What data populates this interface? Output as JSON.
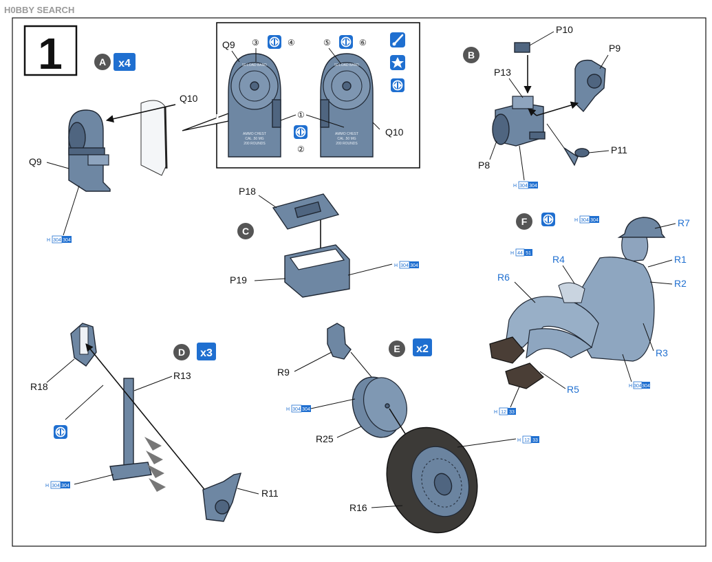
{
  "watermark": "H0BBY SEARCH",
  "step_number": "1",
  "sections": {
    "A": {
      "letter": "A",
      "multiplier": "x4"
    },
    "B": {
      "letter": "B"
    },
    "C": {
      "letter": "C"
    },
    "D": {
      "letter": "D",
      "multiplier": "x3"
    },
    "E": {
      "letter": "E",
      "multiplier": "x2"
    },
    "F": {
      "letter": "F"
    }
  },
  "inset": {
    "left_box": {
      "part_label": "Q9",
      "num1": "③",
      "num2": "④",
      "stencil_top": "50 LOAD BAND",
      "stencil_lines": [
        "AMMO CHEST",
        "CAL .50 MG",
        "200 ROUNDS"
      ]
    },
    "right_box": {
      "num1": "⑤",
      "num2": "⑥",
      "stencil_top": "50 LOAD BAND",
      "stencil_lines": [
        "AMMO CHEST",
        "CAL .50 MG",
        "200 ROUNDS"
      ]
    },
    "center_num1": "①",
    "center_num2": "②",
    "q10_label": "Q10"
  },
  "labels": {
    "Q10": "Q10",
    "Q9": "Q9",
    "P10": "P10",
    "P9": "P9",
    "P13": "P13",
    "P11": "P11",
    "P8": "P8",
    "P18": "P18",
    "P19": "P19",
    "R7": "R7",
    "R1": "R1",
    "R4": "R4",
    "R2": "R2",
    "R6": "R6",
    "R3": "R3",
    "R5": "R5",
    "R18": "R18",
    "R13": "R13",
    "R11": "R11",
    "R9": "R9",
    "R25": "R25",
    "R16": "R16"
  },
  "paint_refs": {
    "A": {
      "prefix": "H",
      "a": "304",
      "b": "304"
    },
    "B": {
      "prefix": "H",
      "a": "304",
      "b": "304"
    },
    "C": {
      "prefix": "H",
      "a": "304",
      "b": "304"
    },
    "F_helmet": {
      "prefix": "H",
      "a": "304",
      "b": "304"
    },
    "F_face": {
      "prefix": "H",
      "a": "44",
      "b": "51"
    },
    "F_uniform": {
      "prefix": "H",
      "a": "304",
      "b": "304"
    },
    "F_boots": {
      "prefix": "H",
      "a": "12",
      "b": "33"
    },
    "D": {
      "prefix": "H",
      "a": "304",
      "b": "304"
    },
    "E_wheel": {
      "prefix": "H",
      "a": "304",
      "b": "304"
    },
    "E_tire": {
      "prefix": "H",
      "a": "12",
      "b": "33"
    }
  },
  "colors": {
    "part_fill": "#6e87a3",
    "icon_blue": "#1f6fd0",
    "section_badge": "#555555"
  }
}
